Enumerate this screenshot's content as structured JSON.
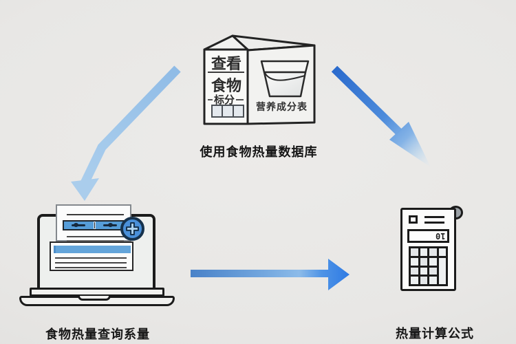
{
  "diagram": {
    "database": {
      "label": "使用食物热量数据库",
      "panel_line1": "查看",
      "panel_line2": "食物",
      "panel_line3": "标分",
      "caption": "营养成分表"
    },
    "laptop": {
      "label": "食物热量查询系量"
    },
    "calculator": {
      "label": "热量计算公式",
      "display_value": "10"
    }
  },
  "colors": {
    "background": "#e8e7e5",
    "outline": "#1b1b1b",
    "arrow_light_blue": "#a9cdeb",
    "arrow_blue_dark": "#2e6fd0",
    "arrow_blue_bright": "#2e7ae4",
    "toolbar_blue": "#569dd8",
    "content_bar_blue": "#64a5da",
    "plus_button_fill": "#4a90d9",
    "plus_button_border": "#16324c",
    "paper_curl_gray": "#9aa0a5"
  }
}
